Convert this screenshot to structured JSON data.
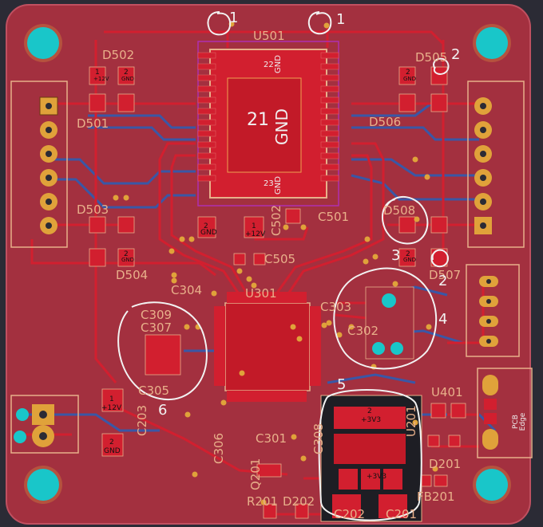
{
  "colors": {
    "board": "#a3303f",
    "copper_front": "#d21f2f",
    "copper_back": "#3a57a6",
    "silk": "#e8b08a",
    "annotation": "#f2f2f2",
    "mount_hole": "#19c6c9",
    "pad": "#e0a23a",
    "outline": "#d9d08a"
  },
  "refs": {
    "U501": "U501",
    "D502": "D502",
    "D505": "D505",
    "D501": "D501",
    "D506": "D506",
    "D503": "D503",
    "D508": "D508",
    "C502": "C502",
    "C501": "C501",
    "C505": "C505",
    "D504": "D504",
    "D507": "D507",
    "C304": "C304",
    "U301": "U301",
    "C303": "C303",
    "C309": "C309",
    "C307": "C307",
    "C302": "C302",
    "C305": "C305",
    "U401": "U401",
    "C306": "C306",
    "C301": "C301",
    "C308": "C308",
    "U201": "U201",
    "C203": "C203",
    "Q201": "Q201",
    "R201": "R201",
    "D202": "D202",
    "C202": "C202",
    "C201": "C201",
    "D201": "D201",
    "FB201": "FB201"
  },
  "pads": {
    "gnd": "GND",
    "v12": "+12V",
    "v3": "+3V3",
    "n1": "1",
    "n2": "2",
    "n21": "21",
    "n22": "22",
    "n23": "23",
    "pcb_edge": "PCB Edge"
  },
  "annotations": {
    "a1": "1",
    "a2": "1",
    "a3": "2",
    "a4": "3",
    "a5": "2",
    "a6": "4",
    "a7": "5",
    "a8": "6"
  }
}
